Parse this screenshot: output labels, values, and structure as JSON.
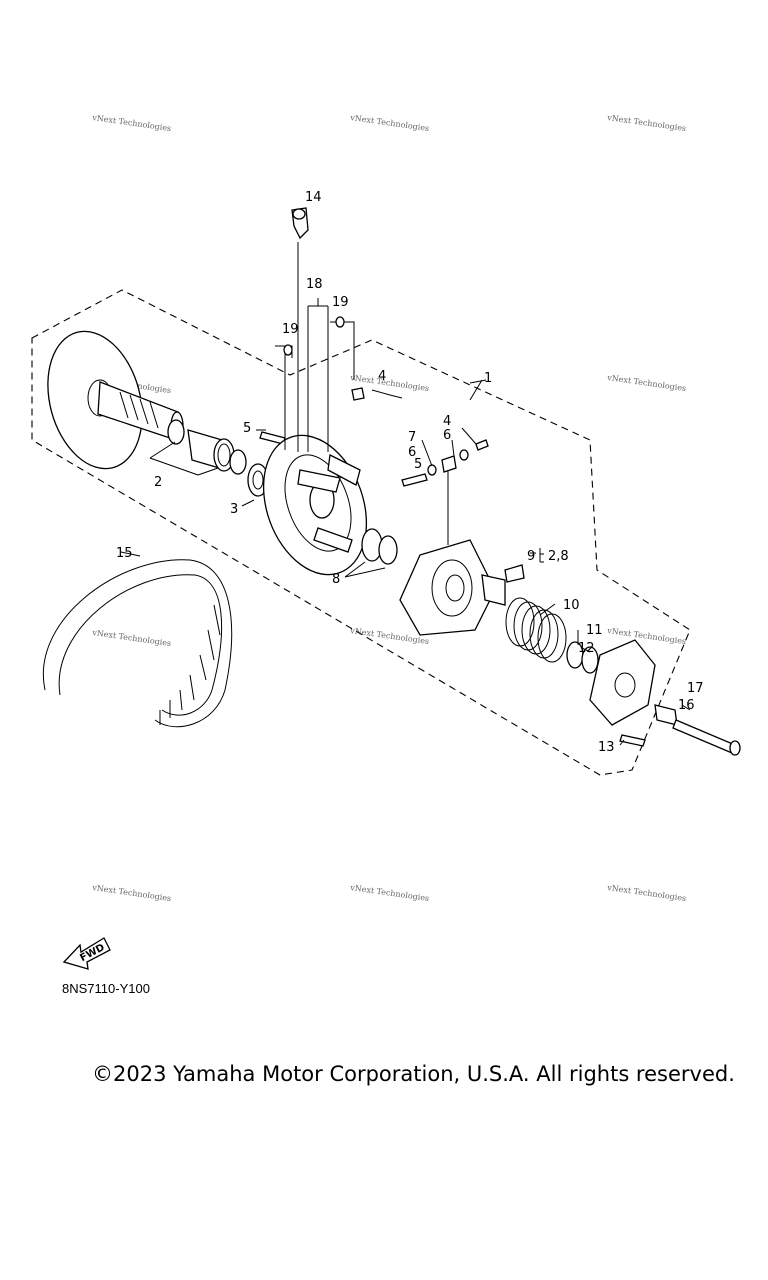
{
  "watermark": "vNext Technologies",
  "callouts": {
    "c1": "1",
    "c2": "2",
    "c3": "3",
    "c4a": "4",
    "c4b": "4",
    "c5a": "5",
    "c5b": "5",
    "c6a": "6",
    "c6b": "6",
    "c7": "7",
    "c8": "8",
    "c9": "9",
    "c9ref": "2,8",
    "c10": "10",
    "c11": "11",
    "c12": "12",
    "c13": "13",
    "c14": "14",
    "c15": "15",
    "c16": "16",
    "c17": "17",
    "c18": "18",
    "c19a": "19",
    "c19b": "19"
  },
  "fwd_label": "FWD",
  "diagram_code": "8NS7110-Y100",
  "copyright": "©2023 Yamaha Motor Corporation, U.S.A. All rights reserved."
}
